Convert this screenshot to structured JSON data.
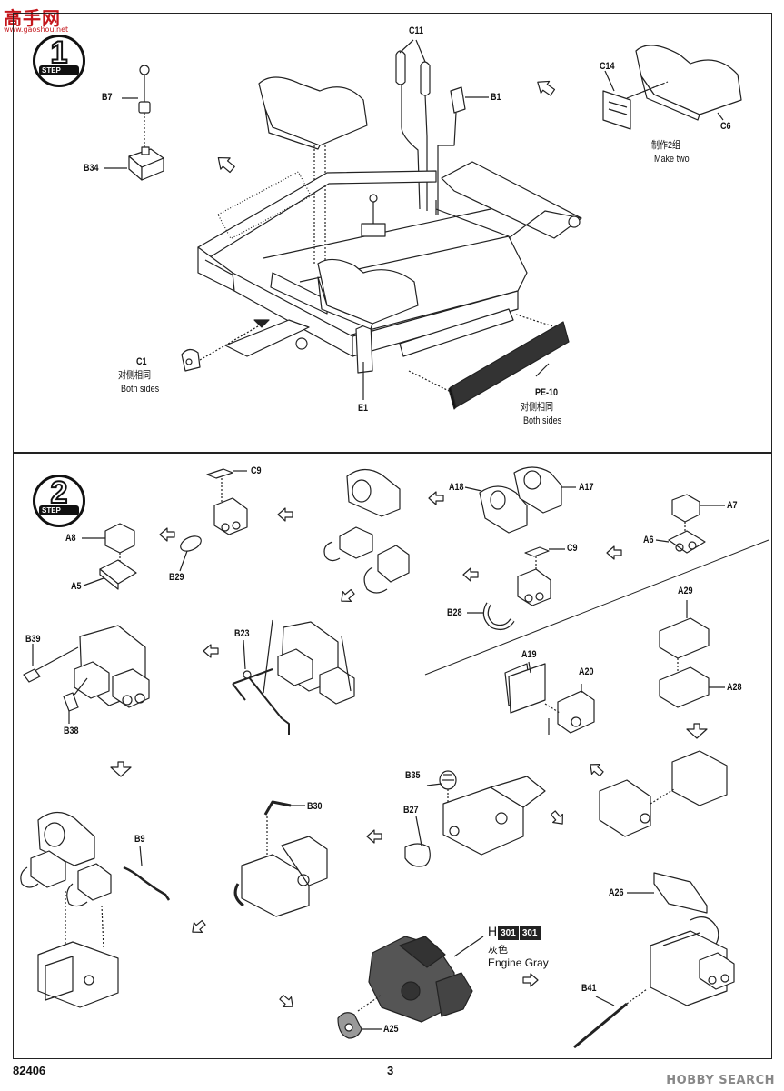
{
  "watermark_logo": {
    "text": "高手网",
    "sub": "www.gaoshou.net"
  },
  "step1": {
    "step_word": "STEP",
    "number": "1",
    "labels": {
      "b7": "B7",
      "b34": "B34",
      "c11": "C11",
      "b1": "B1",
      "c14": "C14",
      "c6": "C6",
      "make_two_cn": "制作2组",
      "make_two_en": "Make two",
      "c1": "C1",
      "c1_cn": "对侧相同",
      "c1_en": "Both sides",
      "e1": "E1",
      "pe10": "PE-10",
      "pe10_cn": "对侧相同",
      "pe10_en": "Both sides"
    }
  },
  "step2": {
    "step_word": "STEP",
    "number": "2",
    "labels": {
      "c9a": "C9",
      "a8": "A8",
      "a5": "A5",
      "b29": "B29",
      "a18": "A18",
      "a17": "A17",
      "c9b": "C9",
      "b28": "B28",
      "a7": "A7",
      "a6": "A6",
      "a29": "A29",
      "a28": "A28",
      "b39": "B39",
      "b38": "B38",
      "b23": "B23",
      "a19": "A19",
      "a20": "A20",
      "b35": "B35",
      "b27": "B27",
      "b30": "B30",
      "b9": "B9",
      "a26": "A26",
      "b41": "B41",
      "a25": "A25"
    },
    "paint": {
      "letter": "H",
      "code1": "301",
      "code2": "301",
      "name_cn": "灰色",
      "name_en": "Engine Gray"
    }
  },
  "footer": {
    "product_code": "82406",
    "page_number": "3",
    "watermark": "HOBBY SEARCH"
  }
}
